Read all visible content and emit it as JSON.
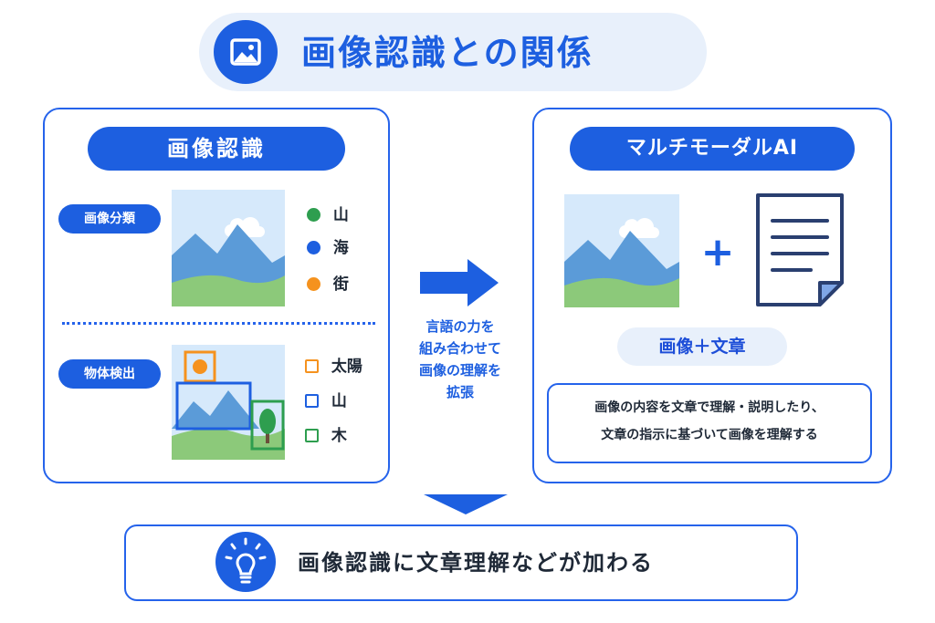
{
  "title": "画像認識との関係",
  "left_panel": {
    "header": "画像認識",
    "classify": {
      "label": "画像分類",
      "items": [
        {
          "label": "山",
          "color": "#2e9e4f"
        },
        {
          "label": "海",
          "color": "#1d5fe0"
        },
        {
          "label": "街",
          "color": "#f5921e"
        }
      ]
    },
    "detect": {
      "label": "物体検出",
      "items": [
        {
          "label": "太陽",
          "color": "#f5921e"
        },
        {
          "label": "山",
          "color": "#1d5fe0"
        },
        {
          "label": "木",
          "color": "#2e9e4f"
        }
      ]
    }
  },
  "arrow_text": {
    "line1": "言語の力を",
    "line2": "組み合わせて",
    "line3": "画像の理解を",
    "line4": "拡張"
  },
  "right_panel": {
    "header": "マルチモーダルAI",
    "plus": "+",
    "sub_label": "画像＋文章",
    "desc_line1": "画像の内容を文章で理解・説明したり、",
    "desc_line2": "文章の指示に基づいて画像を理解する"
  },
  "bottom": {
    "text": "画像認識に文章理解などが加わる"
  },
  "colors": {
    "accent": "#1d5fe0",
    "pale": "#e8f0fb",
    "sky": "#d6e9fb",
    "mountain": "#5b9bd8",
    "grass": "#8cc97a"
  },
  "icons": [
    "image-icon",
    "mountain-scene",
    "document-icon",
    "lightbulb-icon",
    "arrow-right-icon",
    "arrow-down-icon"
  ]
}
